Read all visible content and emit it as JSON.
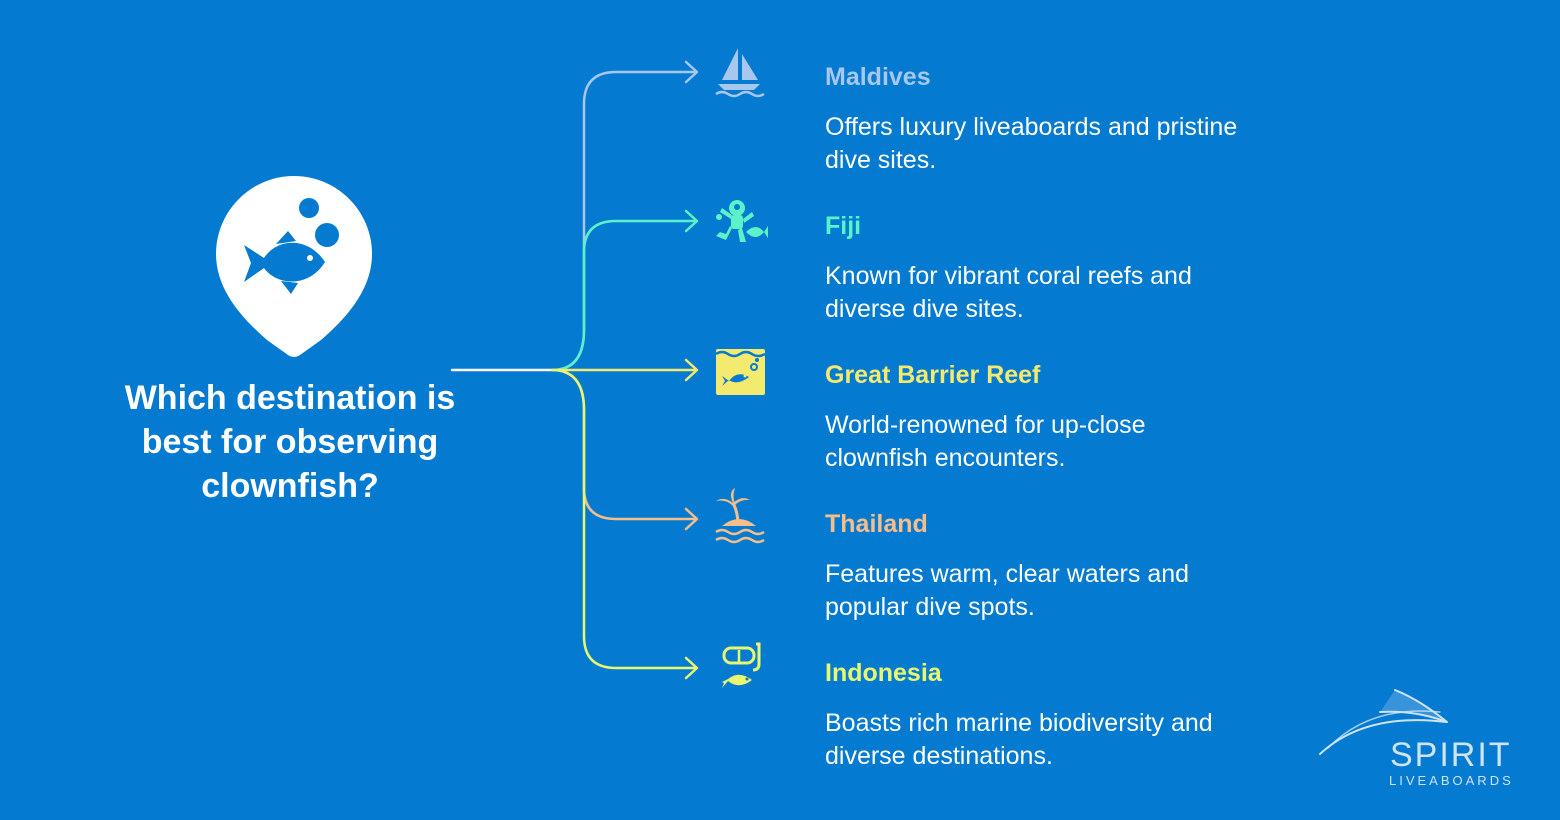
{
  "question": "Which destination is best for observing clownfish?",
  "colors": {
    "background": "#047AD1",
    "maldives": "#A7C7EE",
    "fiji": "#5CF2C8",
    "great_barrier_reef": "#F3EA6E",
    "thailand": "#F6BE8A",
    "indonesia": "#E8F76F"
  },
  "central_icon": "fish-location-pin-icon",
  "destinations": [
    {
      "name": "Maldives",
      "description": "Offers luxury liveaboards and pristine dive sites.",
      "icon": "sailboat-icon"
    },
    {
      "name": "Fiji",
      "description": "Known for vibrant coral reefs and diverse dive sites.",
      "icon": "coral-fish-icon"
    },
    {
      "name": "Great Barrier Reef",
      "description": "World-renowned for up-close clownfish encounters.",
      "icon": "fish-water-icon"
    },
    {
      "name": "Thailand",
      "description": "Features warm, clear waters and popular dive spots.",
      "icon": "island-palm-icon"
    },
    {
      "name": "Indonesia",
      "description": "Boasts rich marine biodiversity and diverse destinations.",
      "icon": "snorkel-mask-fish-icon"
    }
  ],
  "brand": {
    "name": "SPIRIT",
    "subtitle": "LIVEABOARDS",
    "icon": "wave-swoosh-icon"
  }
}
